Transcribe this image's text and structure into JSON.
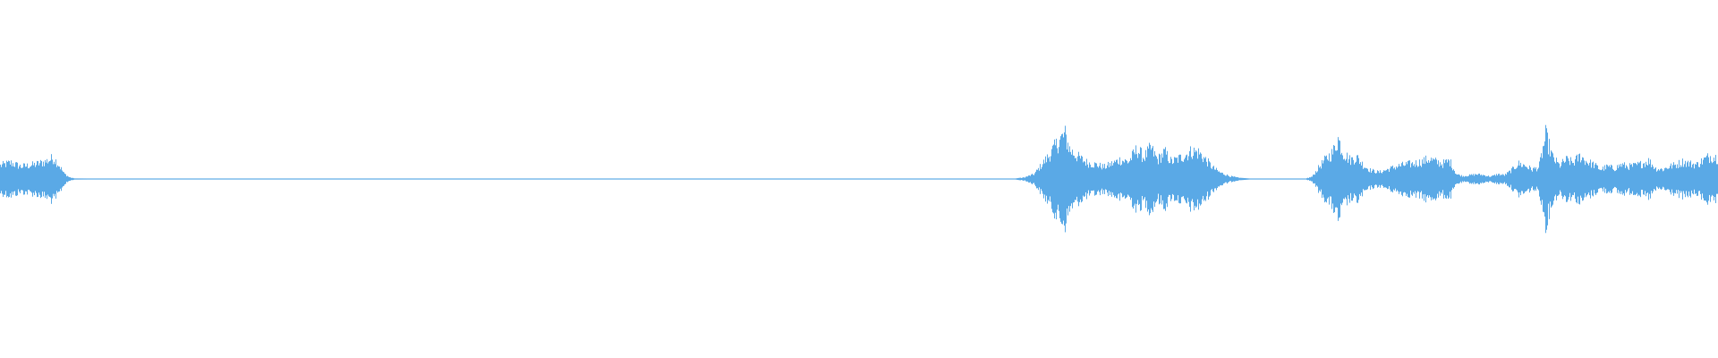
{
  "waveform": {
    "color": "#5aa9e6",
    "amplitude_envelope": [
      [
        0.0,
        0.28
      ],
      [
        0.006,
        0.34
      ],
      [
        0.012,
        0.26
      ],
      [
        0.02,
        0.3
      ],
      [
        0.026,
        0.36
      ],
      [
        0.031,
        0.44
      ],
      [
        0.034,
        0.3
      ],
      [
        0.037,
        0.12
      ],
      [
        0.04,
        0.04
      ],
      [
        0.043,
        0.01
      ],
      [
        0.08,
        0.004
      ],
      [
        0.2,
        0.004
      ],
      [
        0.3,
        0.006
      ],
      [
        0.34,
        0.003
      ],
      [
        0.4,
        0.004
      ],
      [
        0.5,
        0.003
      ],
      [
        0.59,
        0.004
      ],
      [
        0.596,
        0.03
      ],
      [
        0.602,
        0.1
      ],
      [
        0.607,
        0.32
      ],
      [
        0.612,
        0.55
      ],
      [
        0.617,
        0.82
      ],
      [
        0.62,
        0.92
      ],
      [
        0.623,
        0.6
      ],
      [
        0.628,
        0.45
      ],
      [
        0.633,
        0.34
      ],
      [
        0.638,
        0.3
      ],
      [
        0.643,
        0.25
      ],
      [
        0.648,
        0.33
      ],
      [
        0.652,
        0.4
      ],
      [
        0.657,
        0.36
      ],
      [
        0.662,
        0.62
      ],
      [
        0.666,
        0.45
      ],
      [
        0.67,
        0.64
      ],
      [
        0.674,
        0.4
      ],
      [
        0.678,
        0.56
      ],
      [
        0.682,
        0.36
      ],
      [
        0.686,
        0.42
      ],
      [
        0.69,
        0.5
      ],
      [
        0.694,
        0.58
      ],
      [
        0.698,
        0.55
      ],
      [
        0.702,
        0.4
      ],
      [
        0.706,
        0.24
      ],
      [
        0.71,
        0.14
      ],
      [
        0.716,
        0.06
      ],
      [
        0.722,
        0.02
      ],
      [
        0.73,
        0.004
      ],
      [
        0.76,
        0.004
      ],
      [
        0.764,
        0.05
      ],
      [
        0.768,
        0.25
      ],
      [
        0.772,
        0.42
      ],
      [
        0.776,
        0.55
      ],
      [
        0.779,
        0.85
      ],
      [
        0.782,
        0.55
      ],
      [
        0.786,
        0.4
      ],
      [
        0.79,
        0.45
      ],
      [
        0.794,
        0.28
      ],
      [
        0.798,
        0.18
      ],
      [
        0.803,
        0.14
      ],
      [
        0.808,
        0.2
      ],
      [
        0.813,
        0.26
      ],
      [
        0.818,
        0.3
      ],
      [
        0.823,
        0.32
      ],
      [
        0.828,
        0.36
      ],
      [
        0.832,
        0.42
      ],
      [
        0.836,
        0.36
      ],
      [
        0.84,
        0.32
      ],
      [
        0.844,
        0.38
      ],
      [
        0.848,
        0.1
      ],
      [
        0.852,
        0.06
      ],
      [
        0.856,
        0.08
      ],
      [
        0.86,
        0.1
      ],
      [
        0.864,
        0.08
      ],
      [
        0.868,
        0.05
      ],
      [
        0.872,
        0.1
      ],
      [
        0.876,
        0.08
      ],
      [
        0.88,
        0.18
      ],
      [
        0.884,
        0.32
      ],
      [
        0.888,
        0.28
      ],
      [
        0.892,
        0.2
      ],
      [
        0.896,
        0.24
      ],
      [
        0.9,
        0.9
      ],
      [
        0.904,
        0.45
      ],
      [
        0.908,
        0.28
      ],
      [
        0.912,
        0.4
      ],
      [
        0.916,
        0.34
      ],
      [
        0.92,
        0.48
      ],
      [
        0.924,
        0.36
      ],
      [
        0.928,
        0.3
      ],
      [
        0.932,
        0.2
      ],
      [
        0.936,
        0.26
      ],
      [
        0.94,
        0.22
      ],
      [
        0.944,
        0.3
      ],
      [
        0.948,
        0.26
      ],
      [
        0.952,
        0.28
      ],
      [
        0.956,
        0.32
      ],
      [
        0.96,
        0.38
      ],
      [
        0.964,
        0.22
      ],
      [
        0.968,
        0.2
      ],
      [
        0.972,
        0.26
      ],
      [
        0.976,
        0.3
      ],
      [
        0.98,
        0.36
      ],
      [
        0.984,
        0.32
      ],
      [
        0.988,
        0.3
      ],
      [
        0.992,
        0.4
      ],
      [
        0.996,
        0.48
      ],
      [
        1.0,
        0.44
      ]
    ]
  }
}
